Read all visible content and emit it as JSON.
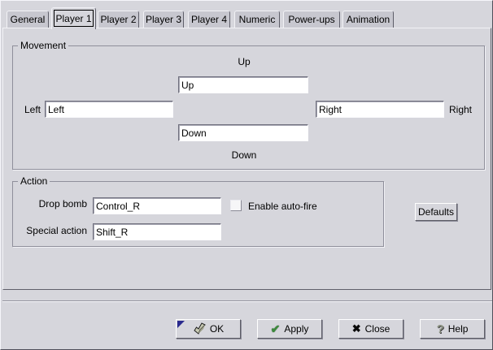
{
  "tabs": [
    {
      "label": "General"
    },
    {
      "label": "Player 1"
    },
    {
      "label": "Player 2"
    },
    {
      "label": "Player 3"
    },
    {
      "label": "Player 4"
    },
    {
      "label": "Numeric"
    },
    {
      "label": "Power-ups"
    },
    {
      "label": "Animation"
    }
  ],
  "active_tab": "Player 1",
  "movement": {
    "frame_label": "Movement",
    "up_label": "Up",
    "up_value": "Up",
    "left_label": "Left",
    "left_value": "Left",
    "right_label": "Right",
    "right_value": "Right",
    "down_label": "Down",
    "down_value": "Down"
  },
  "action": {
    "frame_label": "Action",
    "drop_bomb_label": "Drop bomb",
    "drop_bomb_value": "Control_R",
    "autofire_label": "Enable auto-fire",
    "autofire_checked": false,
    "special_action_label": "Special action",
    "special_action_value": "Shift_R"
  },
  "defaults_label": "Defaults",
  "footer": {
    "ok": "OK",
    "apply": "Apply",
    "close": "Close",
    "help": "Help"
  },
  "glyphs": {
    "apply_check": "✔",
    "close_x": "✖",
    "help_question": "?"
  },
  "colors": {
    "window_bg": "#d6d6dc",
    "inactive_tab_bg": "#c7c7cf",
    "entry_bg": "#ffffff",
    "default_marker_blue": "#2a2a8e",
    "apply_check_green": "#3c8a3c"
  }
}
